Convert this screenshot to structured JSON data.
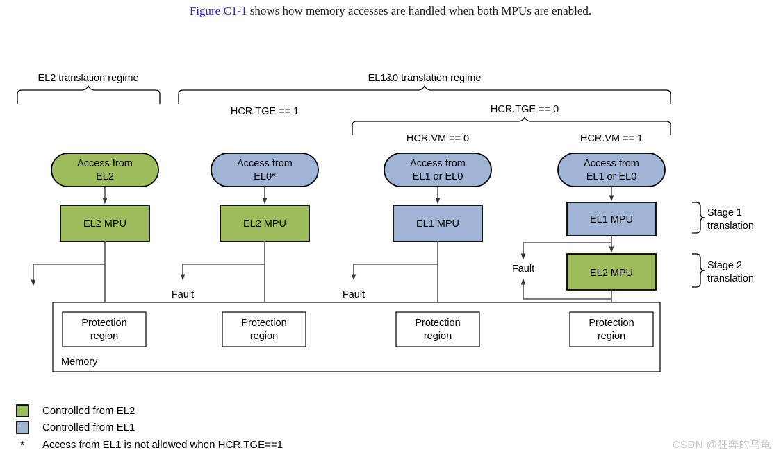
{
  "caption": {
    "figure_ref": "Figure C1-1",
    "rest": " shows how memory accesses are handled when both MPUs are enabled."
  },
  "colors": {
    "el2_green": "#9FBC5C",
    "el1_blue": "#A0B4D6",
    "outline": "#000000",
    "connector": "#555555",
    "figure_link": "#2323c8",
    "watermark": "#c9c9c9"
  },
  "braces": [
    {
      "id": "el2-regime",
      "label": "EL2 translation regime"
    },
    {
      "id": "el1-0-regime",
      "label": "EL1&0 translation regime"
    },
    {
      "id": "hcr-tge-0",
      "label": "HCR.TGE == 0"
    }
  ],
  "condition_labels": [
    {
      "id": "hcr-tge-1",
      "label": "HCR.TGE == 1"
    },
    {
      "id": "hcr-vm-0",
      "label": "HCR.VM == 0"
    },
    {
      "id": "hcr-vm-1",
      "label": "HCR.VM == 1"
    }
  ],
  "columns": [
    {
      "id": "col-el2",
      "access_line1": "Access from",
      "access_line2": "EL2",
      "access_fill": "green",
      "mpu_label": "EL2 MPU",
      "mpu_fill": "green",
      "fault_label": "",
      "region_line1": "Protection",
      "region_line2": "region"
    },
    {
      "id": "col-el0",
      "access_line1": "Access from",
      "access_line2": "EL0*",
      "access_fill": "blue",
      "mpu_label": "EL2 MPU",
      "mpu_fill": "green",
      "fault_label": "Fault",
      "region_line1": "Protection",
      "region_line2": "region"
    },
    {
      "id": "col-el1-el0-novm",
      "access_line1": "Access from",
      "access_line2": "EL1 or EL0",
      "access_fill": "blue",
      "mpu_label": "EL1 MPU",
      "mpu_fill": "blue",
      "fault_label": "Fault",
      "region_line1": "Protection",
      "region_line2": "region"
    },
    {
      "id": "col-el1-el0-vm",
      "access_line1": "Access from",
      "access_line2": "EL1 or EL0",
      "access_fill": "blue",
      "mpu_label": "EL1 MPU",
      "mpu_fill": "blue",
      "mpu2_label": "EL2 MPU",
      "mpu2_fill": "green",
      "fault_label": "Fault",
      "region_line1": "Protection",
      "region_line2": "region"
    }
  ],
  "stages": [
    {
      "id": "stage-1",
      "line1": "Stage 1",
      "line2": "translation"
    },
    {
      "id": "stage-2",
      "line1": "Stage 2",
      "line2": "translation"
    }
  ],
  "memory": {
    "label": "Memory"
  },
  "legend": [
    {
      "id": "legend-el2",
      "swatch": "green",
      "label": "Controlled from EL2"
    },
    {
      "id": "legend-el1",
      "swatch": "blue",
      "label": "Controlled from EL1"
    },
    {
      "id": "legend-footnote",
      "swatch": "asterisk",
      "marker": "*",
      "label": "Access from EL1 is not allowed when HCR.TGE==1"
    }
  ],
  "watermark": {
    "text": "CSDN @狂奔的乌龟"
  }
}
